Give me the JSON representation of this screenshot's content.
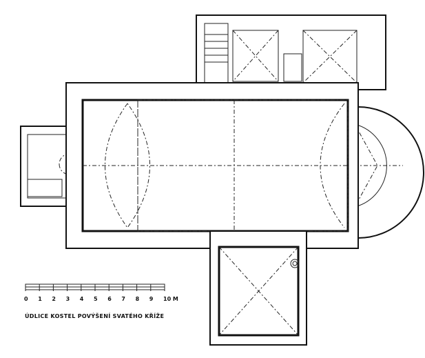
{
  "title": "ÚDLICE  KOSTEL POVÝŠENÍ SVATÉHO KŘÍŽE",
  "scale": {
    "ticks": [
      "0",
      "1",
      "2",
      "3",
      "4",
      "5",
      "6",
      "7",
      "8",
      "9",
      "10 M"
    ]
  }
}
